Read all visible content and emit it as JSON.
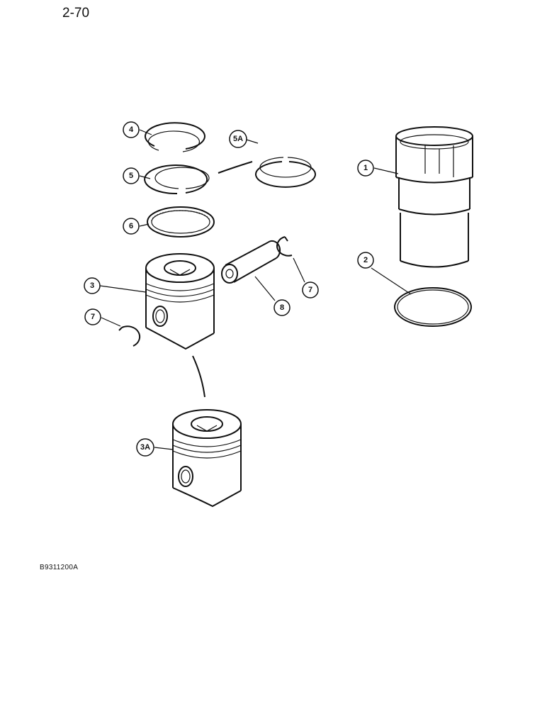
{
  "page": {
    "number": "2-70",
    "figure_code": "B9311200A"
  },
  "callouts": [
    "1",
    "2",
    "3",
    "3A",
    "4",
    "5",
    "5A",
    "6",
    "7",
    "7",
    "8"
  ]
}
